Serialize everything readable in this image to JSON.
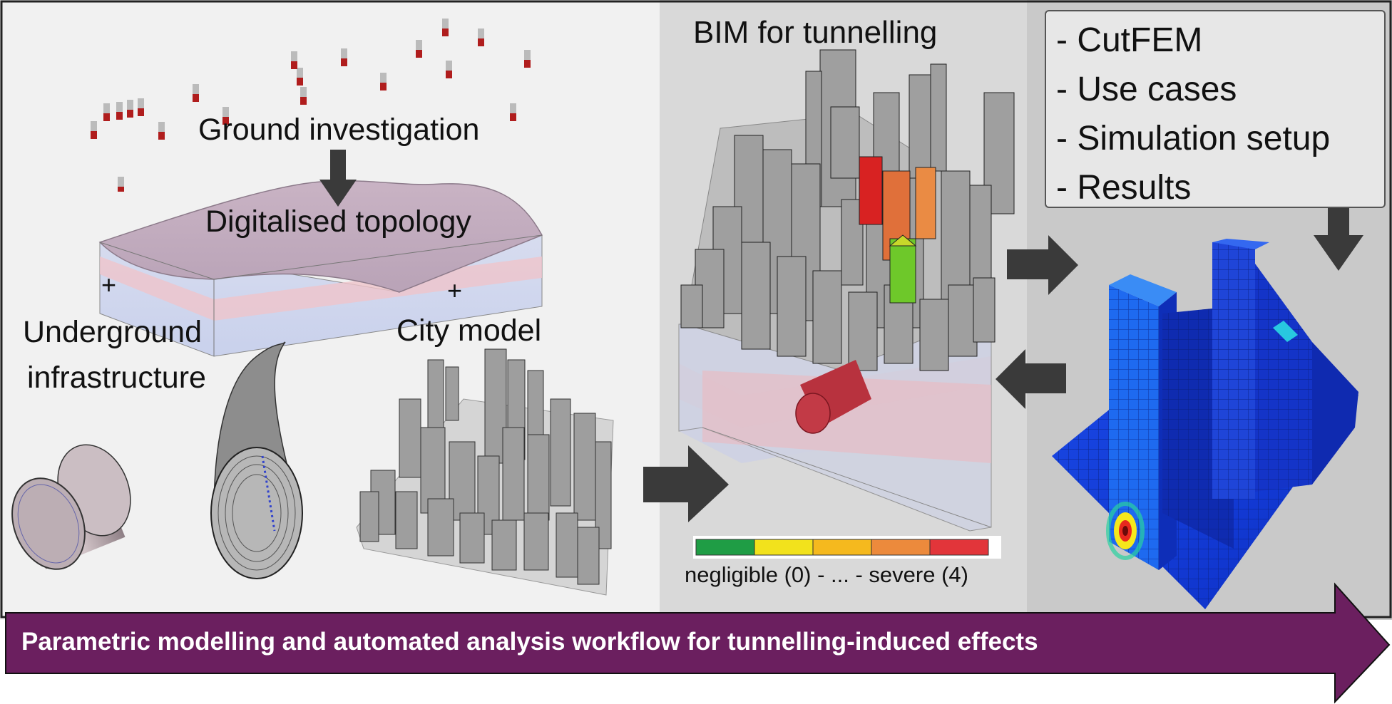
{
  "left_panel": {
    "ground_investigation": "Ground investigation",
    "digitalised_topology": "Digitalised topology",
    "plus_sign": "+",
    "underground_infrastructure": [
      "Underground",
      "infrastructure"
    ],
    "city_model": "City model"
  },
  "middle_panel": {
    "title": "BIM for tunnelling",
    "legend_label": "negligible (0) - ... - severe (4)",
    "legend_colors": [
      "#1f9d45",
      "#f2e21c",
      "#f5b91e",
      "#ec8a3c",
      "#e2353a"
    ]
  },
  "right_panel": {
    "topics": [
      "- CutFEM",
      "- Use cases",
      "- Simulation setup",
      "- Results"
    ]
  },
  "banner": {
    "text": "Parametric modelling and automated analysis workflow for tunnelling-induced effects",
    "color": "#6b1f5f"
  },
  "colors": {
    "left_bg": "#f1f1f1",
    "middle_bg": "#d9d9d9",
    "right_bg": "#c9c9c9",
    "arrow": "#3a3a3a"
  }
}
